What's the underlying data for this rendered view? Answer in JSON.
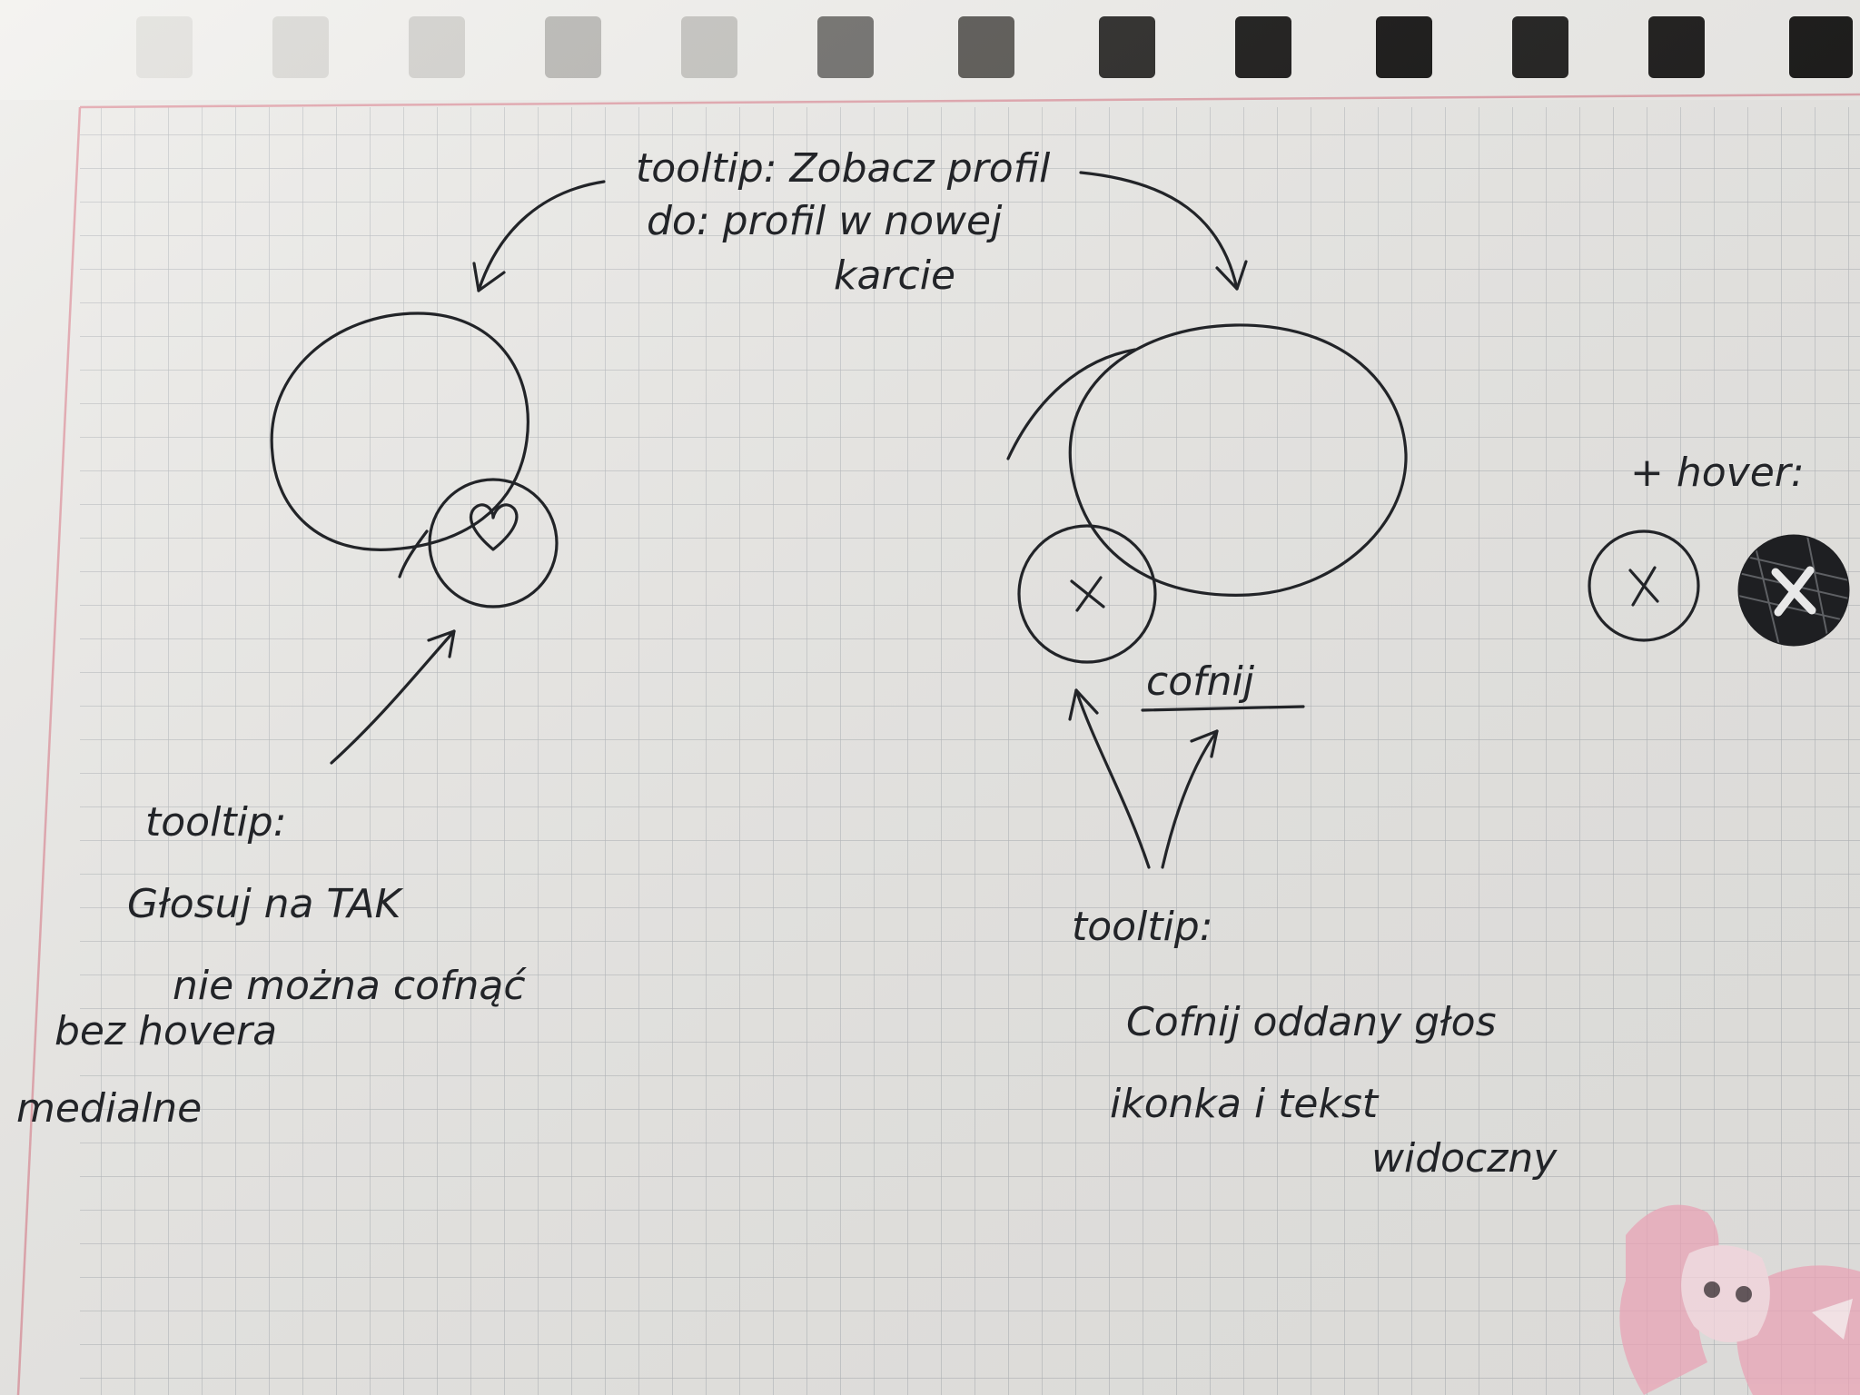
{
  "sketch": {
    "top_note": {
      "line1": "tooltip: Zobacz profil",
      "line2": "do: profil w nowej",
      "line3": "karcie"
    },
    "heart_note": {
      "line1": "tooltip:",
      "line2": "Głosuj na TAK",
      "line3": "nie można cofnąć",
      "line4": "bez hovera",
      "line5": "medialne"
    },
    "undo_label": "cofnij",
    "undo_note": {
      "line1": "tooltip:",
      "line2": "Cofnij oddany głos",
      "line3": "ikonka i tekst",
      "line4": "widoczny"
    },
    "hover_label": "+ hover:",
    "icons": [
      "heart-icon",
      "close-icon",
      "close-icon-filled"
    ],
    "colors": {
      "paper": "#eeedea",
      "grid": "#b9bcc0",
      "margin_line": "#e3a5ad",
      "ink": "#222428",
      "sticker_pink": "#e9a4b6"
    }
  }
}
